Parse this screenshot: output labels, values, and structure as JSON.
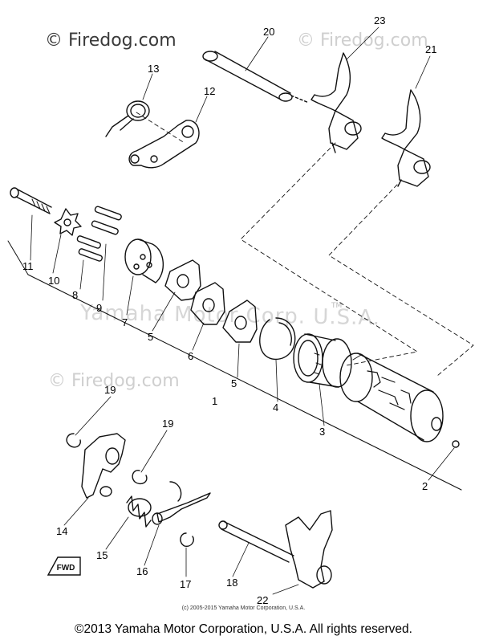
{
  "watermark": {
    "top": "© Firedog.com",
    "top_right": "© Firedog.com",
    "middle_left": "© Firedog.com",
    "middle": "Yamaha Motor Corp. U.S.A.",
    "tm": "TM"
  },
  "small_copyright": "(c) 2005-2015 Yamaha Motor Corporation, U.S.A.",
  "footer": "©2013 Yamaha Motor Corporation, U.S.A. All rights reserved.",
  "fwd_label": "FWD",
  "callouts": {
    "c1": "1",
    "c2": "2",
    "c3": "3",
    "c4": "4",
    "c5a": "5",
    "c5b": "5",
    "c6": "6",
    "c7": "7",
    "c8": "8",
    "c9": "9",
    "c10": "10",
    "c11": "11",
    "c12": "12",
    "c13": "13",
    "c14": "14",
    "c15": "15",
    "c16": "16",
    "c17": "17",
    "c18": "18",
    "c19a": "19",
    "c19b": "19",
    "c20": "20",
    "c21": "21",
    "c22": "22",
    "c23": "23"
  }
}
